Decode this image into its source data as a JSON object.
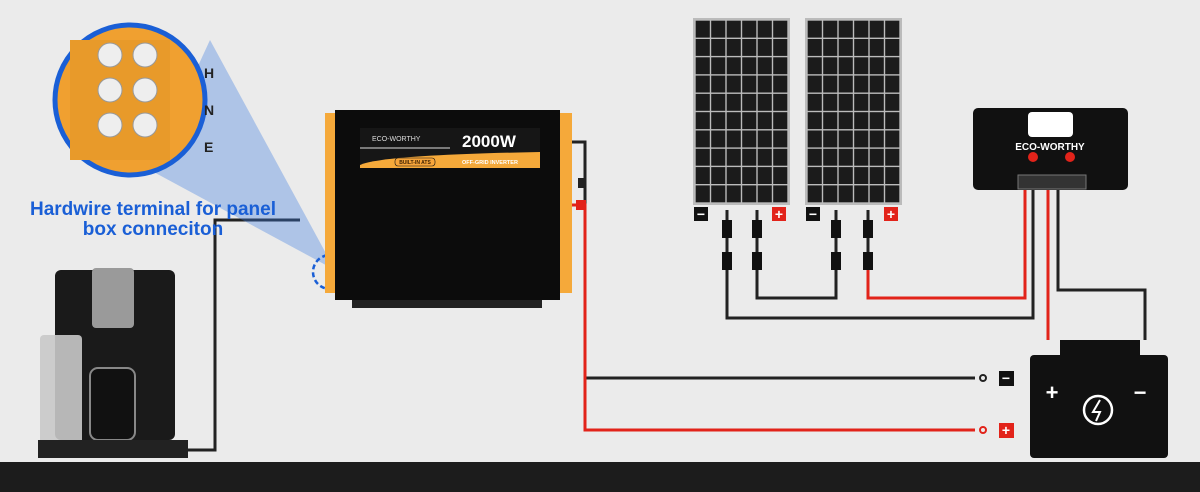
{
  "callout": {
    "line1": "Hardwire terminal for panel",
    "line2": "box conneciton"
  },
  "terminal_labels": [
    "H",
    "N",
    "E"
  ],
  "inverter": {
    "brand": "ECO-WORTHY",
    "power": "2000W",
    "type": "OFF-GRID INVERTER",
    "badge": "BUILT-IN ATS"
  },
  "controller": {
    "brand": "ECO-WORTHY"
  },
  "polarity": {
    "minus": "−",
    "plus": "+"
  },
  "colors": {
    "accent": "#1a5fd6",
    "orange": "#f5a93a",
    "red": "#e2231a",
    "wire_black": "#222222"
  }
}
